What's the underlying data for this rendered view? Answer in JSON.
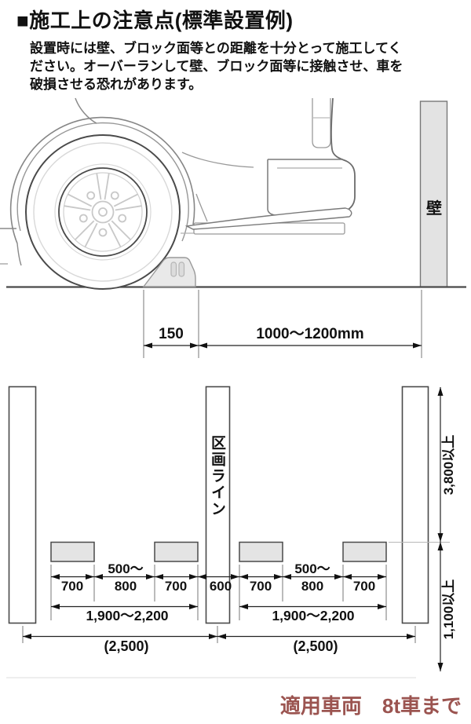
{
  "header": {
    "title": "■施工上の注意点(標準設置例)",
    "body_lines": [
      "設置時には壁、ブロック面等との距離を十分とって施工してく",
      "ださい。オーバーランして壁、ブロック面等に接触させ、車を",
      "破損させる恐れがあります。"
    ]
  },
  "side_view": {
    "wall_label": "壁",
    "stopper_offset_dim": "150",
    "wall_distance_dim": "1000〜1200mm"
  },
  "plan_view": {
    "lane_line_label": "区画ライン",
    "stopper_length_dim": "700",
    "gap_dim_line1": "500〜",
    "gap_dim_line2": "800",
    "center_gap_dim": "600",
    "tread_span_dim": "1,900〜2,200",
    "stall_width_dim": "(2,500)",
    "front_depth_dim": "3,800以上",
    "rear_depth_dim": "1,100以上"
  },
  "footer": {
    "applicable_vehicle": "適用車両　8t車まで",
    "text_color": "#9b5450"
  },
  "colors": {
    "line_dark": "#4a4a4a",
    "fill_light": "#e4e4e4",
    "accent_text": "#9b5450"
  }
}
